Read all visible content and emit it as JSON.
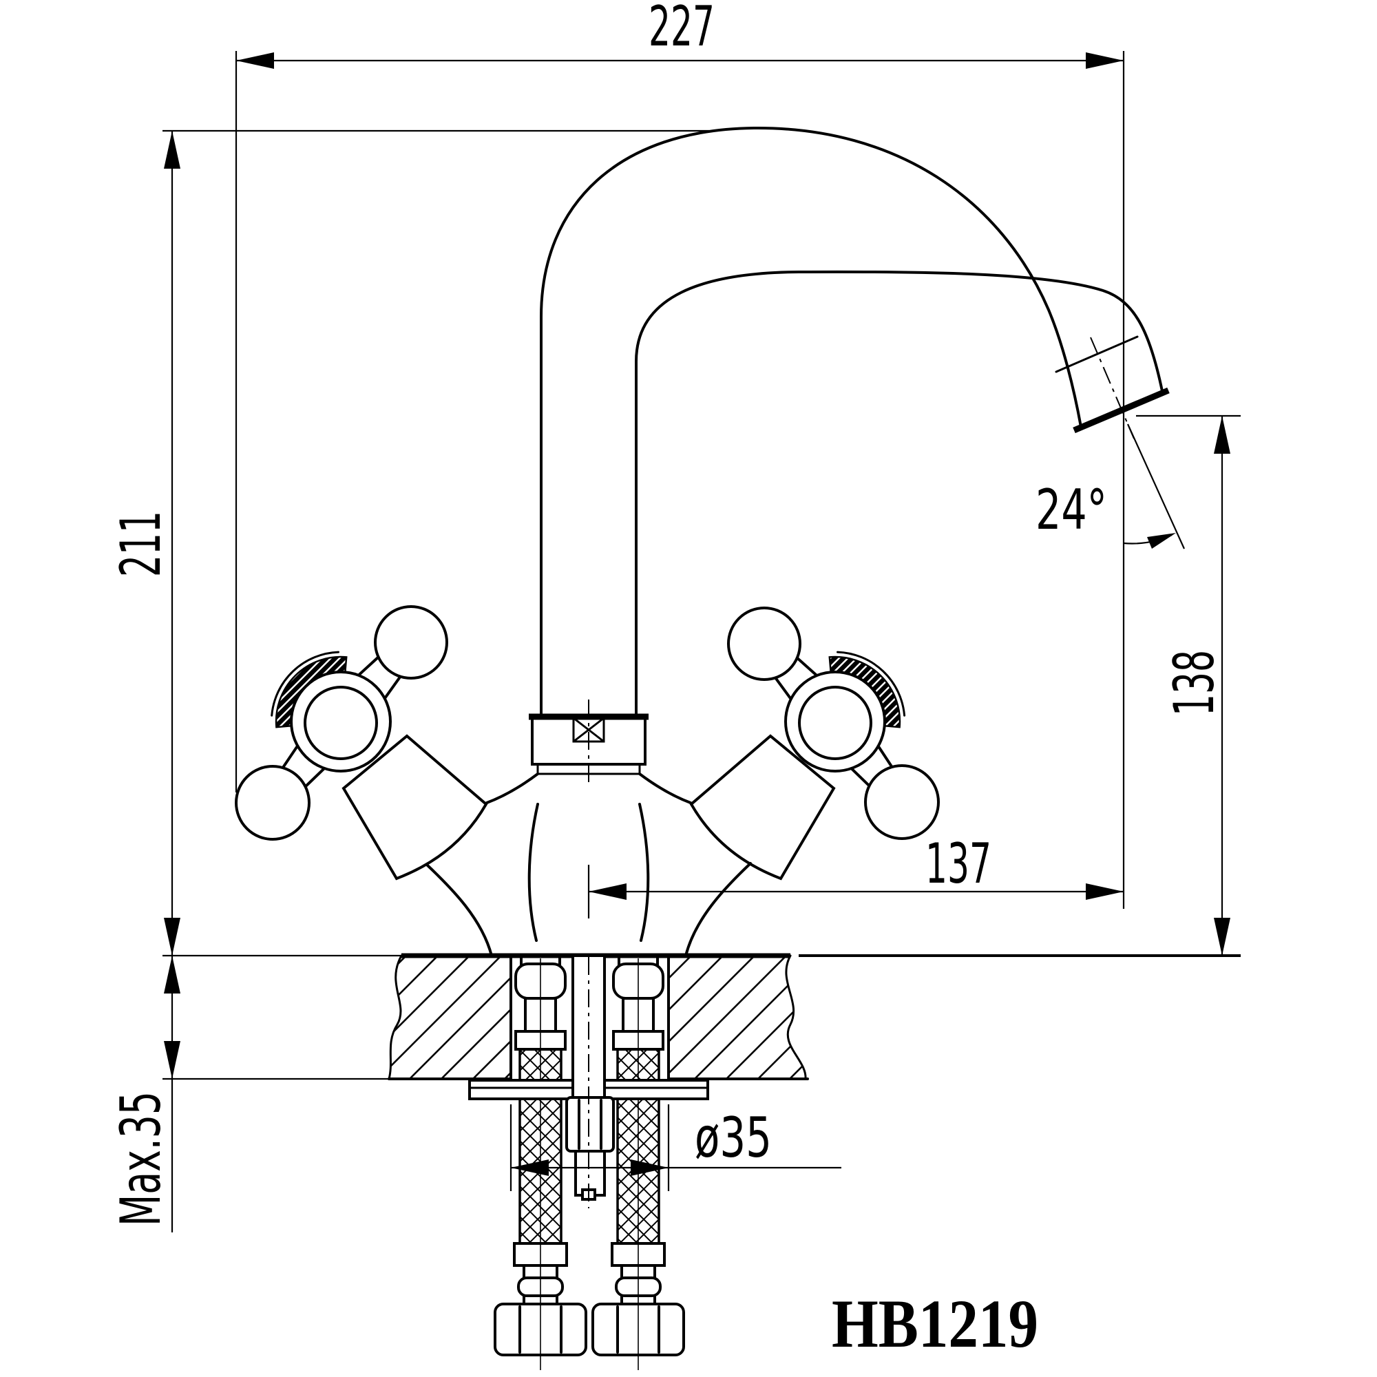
{
  "drawing": {
    "product_code": "HB1219",
    "colors": {
      "ink": "#000000",
      "paper": "#ffffff"
    },
    "dims": {
      "top_width": "227",
      "overall_height": "211",
      "outlet_height": "138",
      "outlet_reach": "137",
      "outlet_angle": "24°",
      "max_mounting_thickness": "Max.35",
      "hole_diameter": "ø35"
    }
  }
}
